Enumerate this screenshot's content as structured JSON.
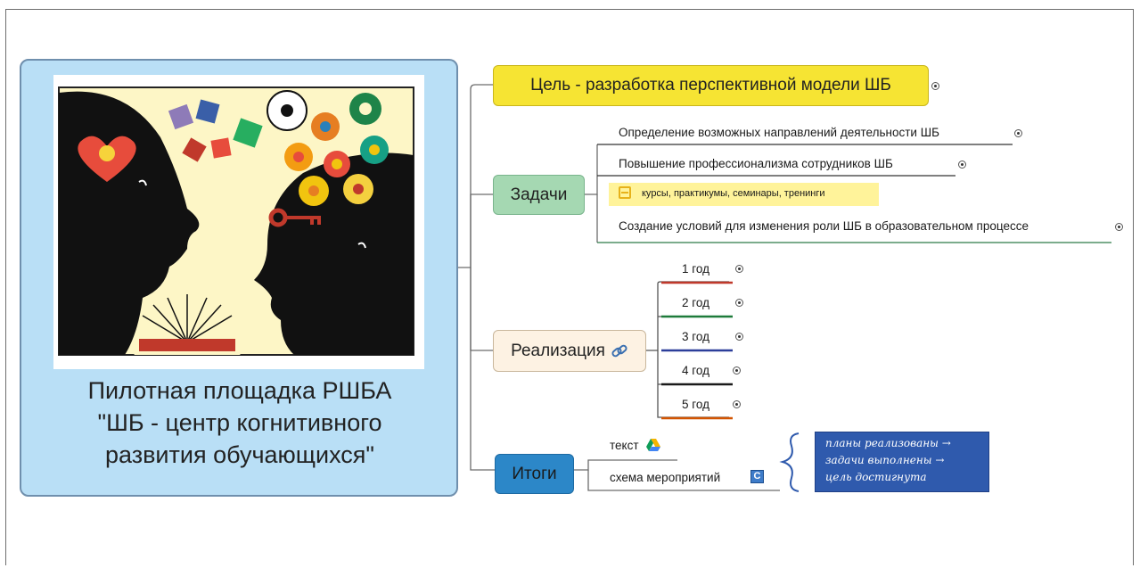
{
  "root": {
    "title_line1": "Пилотная площадка РШБА",
    "title_line2": "\"ШБ - центр когнитивного",
    "title_line3": "развития  обучающихся\""
  },
  "branches": {
    "goal": "Цель - разработка перспективной модели ШБ",
    "tasks": {
      "label": "Задачи",
      "items": [
        "Определение возможных направлений деятельности ШБ",
        "Повышение профессионализма сотрудников ШБ",
        "курсы, практикумы, семинары, тренинги",
        "Создание условий для изменения роли ШБ в образовательном процессе"
      ]
    },
    "implementation": {
      "label": "Реализация",
      "years": [
        "1 год",
        "2 год",
        "3 год",
        "4 год",
        "5 год"
      ],
      "year_colors": [
        "#c0392b",
        "#1e7b3a",
        "#2c3e9a",
        "#1a1a1a",
        "#d35400"
      ]
    },
    "results": {
      "label": "Итоги",
      "items": [
        "текст",
        "схема мероприятий"
      ],
      "summary": [
        "планы реализованы  →",
        "задачи выполнены  →",
        "цель достигнута"
      ]
    }
  },
  "colors": {
    "root_bg": "#b9dff6",
    "goal_bg": "#f6e433",
    "tasks_bg": "#a5d8b2",
    "impl_bg": "#fdf2e3",
    "results_bg": "#2c87c8",
    "summary_bg": "#2f5aad"
  },
  "icons": [
    "link-icon",
    "google-drive-icon",
    "app-c-icon",
    "note-icon",
    "expand-icon"
  ]
}
